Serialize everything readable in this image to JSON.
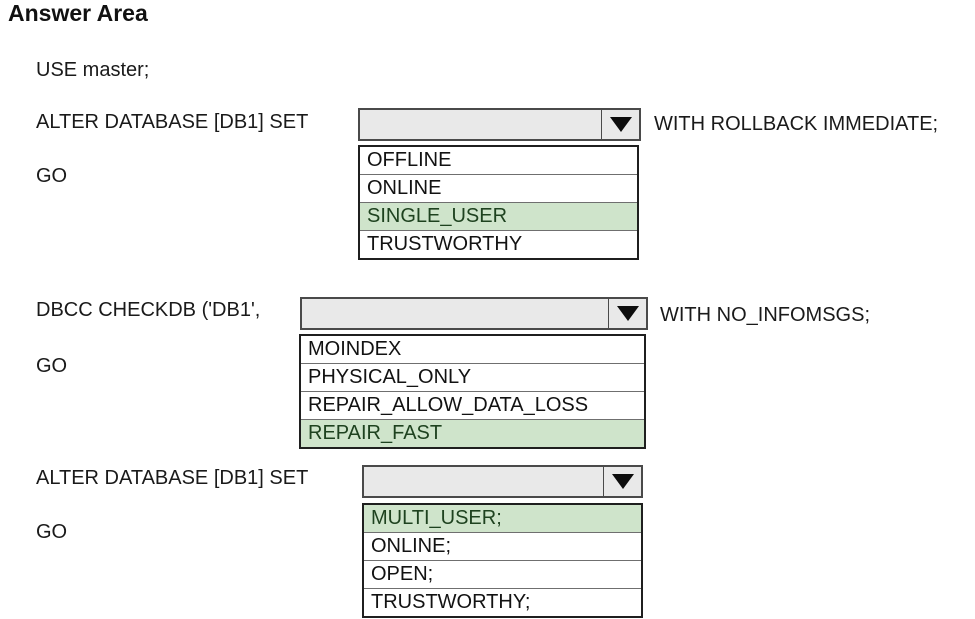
{
  "title": "Answer Area",
  "use_statement": "USE master;",
  "colors": {
    "highlight_green": "#cfe4cb",
    "select_fill": "#e9e9e9",
    "border_dark": "#4a4a4a"
  },
  "icons": {
    "dropdown_arrow_icon": "filled-down-triangle"
  },
  "blocks": [
    {
      "label": "ALTER DATABASE [DB1] SET",
      "suffix": "WITH ROLLBACK IMMEDIATE;",
      "go": "GO",
      "selected_value": "",
      "options": [
        "OFFLINE",
        "ONLINE",
        "SINGLE_USER",
        "TRUSTWORTHY"
      ],
      "selected_index": 2
    },
    {
      "label": "DBCC CHECKDB ('DB1',",
      "suffix": "WITH NO_INFOMSGS;",
      "go": "GO",
      "selected_value": "",
      "options": [
        "MOINDEX",
        "PHYSICAL_ONLY",
        "REPAIR_ALLOW_DATA_LOSS",
        "REPAIR_FAST"
      ],
      "selected_index": 3
    },
    {
      "label": "ALTER DATABASE [DB1] SET",
      "suffix": "",
      "go": "GO",
      "selected_value": "",
      "options": [
        "MULTI_USER;",
        "ONLINE;",
        "OPEN;",
        "TRUSTWORTHY;"
      ],
      "selected_index": 0
    }
  ]
}
